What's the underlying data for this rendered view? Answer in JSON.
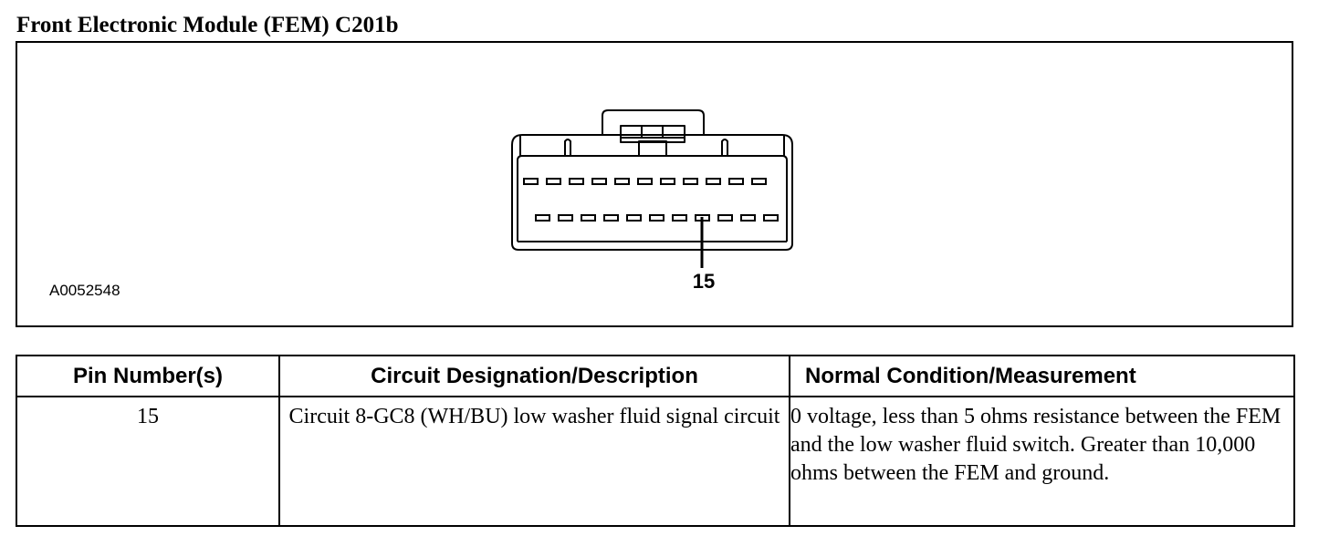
{
  "title": "Front Electronic Module (FEM) C201b",
  "figure": {
    "figure_id": "A0052548",
    "pin_callout": "15",
    "connector": {
      "top_row_pins": 11,
      "bottom_row_pins": 11,
      "highlighted_pin": 15
    }
  },
  "table": {
    "headers": {
      "pin": "Pin Number(s)",
      "desc": "Circuit Designation/Description",
      "cond": "Normal Condition/Measurement"
    },
    "rows": [
      {
        "pin": "15",
        "desc": "Circuit 8-GC8 (WH/BU) low washer fluid signal circuit",
        "cond": "0 voltage, less than 5 ohms resistance between the FEM and the low washer fluid switch. Greater than 10,000 ohms between the FEM and ground."
      }
    ]
  }
}
